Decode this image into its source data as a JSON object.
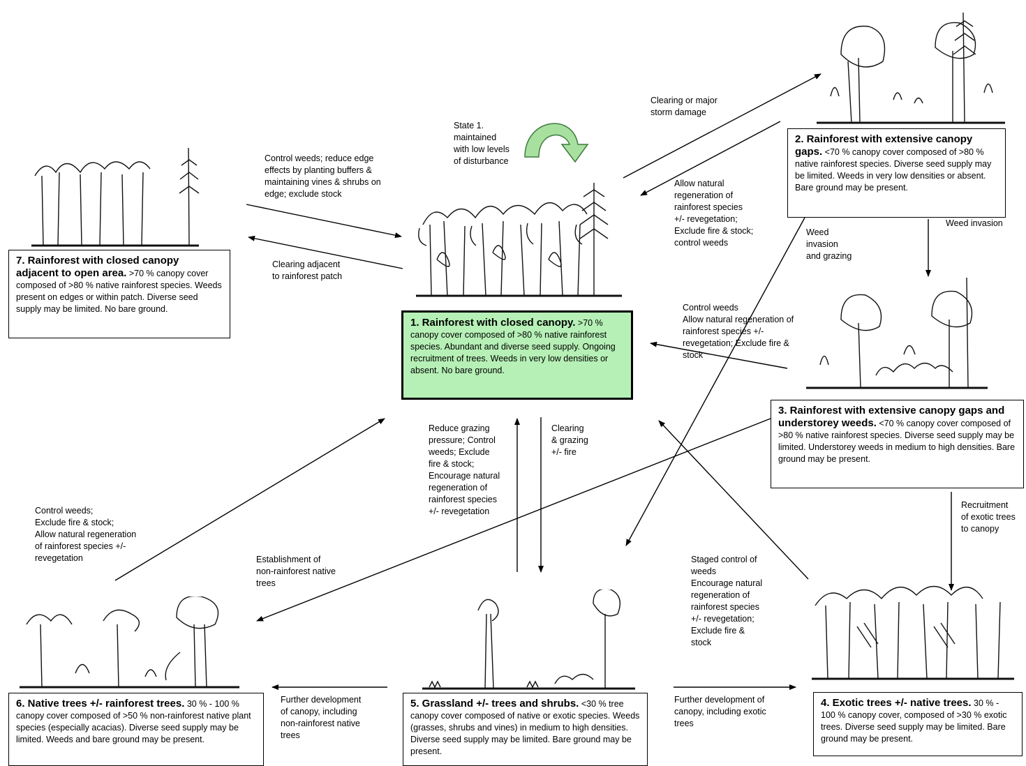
{
  "states": {
    "s1": {
      "title": "1. Rainforest with closed canopy.",
      "body": " >70 % canopy cover composed of >80 % native rainforest species. Abundant and diverse seed supply. Ongoing recruitment of trees. Weeds in very low densities or absent. No bare ground."
    },
    "s2": {
      "title": "2. Rainforest with extensive canopy gaps.",
      "body": " <70 % canopy cover composed of >80 % native rainforest species. Diverse seed supply may be limited. Weeds in very low densities or absent. Bare ground may be present."
    },
    "s3": {
      "title": "3. Rainforest with extensive canopy gaps and understorey weeds.",
      "body": " <70 % canopy cover composed of >80 % native rainforest species. Diverse seed supply may be limited. Understorey weeds in medium to high densities. Bare ground may be present."
    },
    "s4": {
      "title": "4. Exotic trees +/- native trees.",
      "body": " 30 % - 100 % canopy cover, composed of >30 % exotic trees. Diverse seed supply may be limited. Bare ground may be present."
    },
    "s5": {
      "title": "5. Grassland +/- trees and shrubs.",
      "body": " <30 % tree canopy cover composed of native or exotic species. Weeds (grasses, shrubs and vines) in medium to high densities. Diverse seed supply may be limited. Bare ground may be present."
    },
    "s6": {
      "title": "6. Native trees +/- rainforest trees.",
      "body": " 30 % - 100 % canopy cover composed of >50 % non-rainforest native plant species (especially acacias). Diverse seed supply may be limited. Weeds and bare ground may be present."
    },
    "s7": {
      "title": "7. Rainforest with closed canopy adjacent to open area.",
      "body": " >70 % canopy cover composed of >80 % native rainforest species. Weeds present on edges or within patch. Diverse seed supply may be limited. No bare ground."
    }
  },
  "transitions": {
    "state1_maintained": "State 1.\nmaintained\nwith low levels\nof disturbance",
    "clearing_major_storm": "Clearing or major\nstorm damage",
    "allow_natural_regen_2to1": "Allow natural\nregeneration of\nrainforest species\n+/- revegetation;\nExclude fire & stock;\ncontrol weeds",
    "weed_invasion_2to3": "Weed invasion",
    "weed_invasion_grazing": "Weed\ninvasion\nand grazing",
    "control_weeds_3to1": "Control weeds\nAllow natural regeneration of\nrainforest species +/-\nrevegetation; Exclude fire &\nstock",
    "recruitment_exotic": "Recruitment\nof exotic trees\nto canopy",
    "control_weeds_edge": "Control weeds; reduce edge\neffects by planting buffers &\nmaintaining vines & shrubs on\nedge; exclude stock",
    "clearing_adjacent": "Clearing adjacent\nto rainforest patch",
    "reduce_grazing": "Reduce grazing\npressure; Control\nweeds; Exclude\nfire & stock;\nEncourage natural\nregeneration of\nrainforest species\n+/- revegetation",
    "clearing_grazing_fire": "Clearing\n& grazing\n+/- fire",
    "control_weeds_6to1": "Control weeds;\nExclude fire & stock;\nAllow natural regeneration\nof rainforest species +/-\nrevegetation",
    "establishment_nonrainforest": "Establishment of\nnon-rainforest native\ntrees",
    "staged_control": "Staged control of\nweeds\nEncourage natural\nregeneration of\nrainforest species\n+/- revegetation;\nExclude fire &\nstock",
    "further_dev_nonrainforest": "Further development\nof canopy, including\nnon-rainforest native\ntrees",
    "further_dev_exotic": "Further development of\ncanopy, including exotic\ntrees"
  }
}
